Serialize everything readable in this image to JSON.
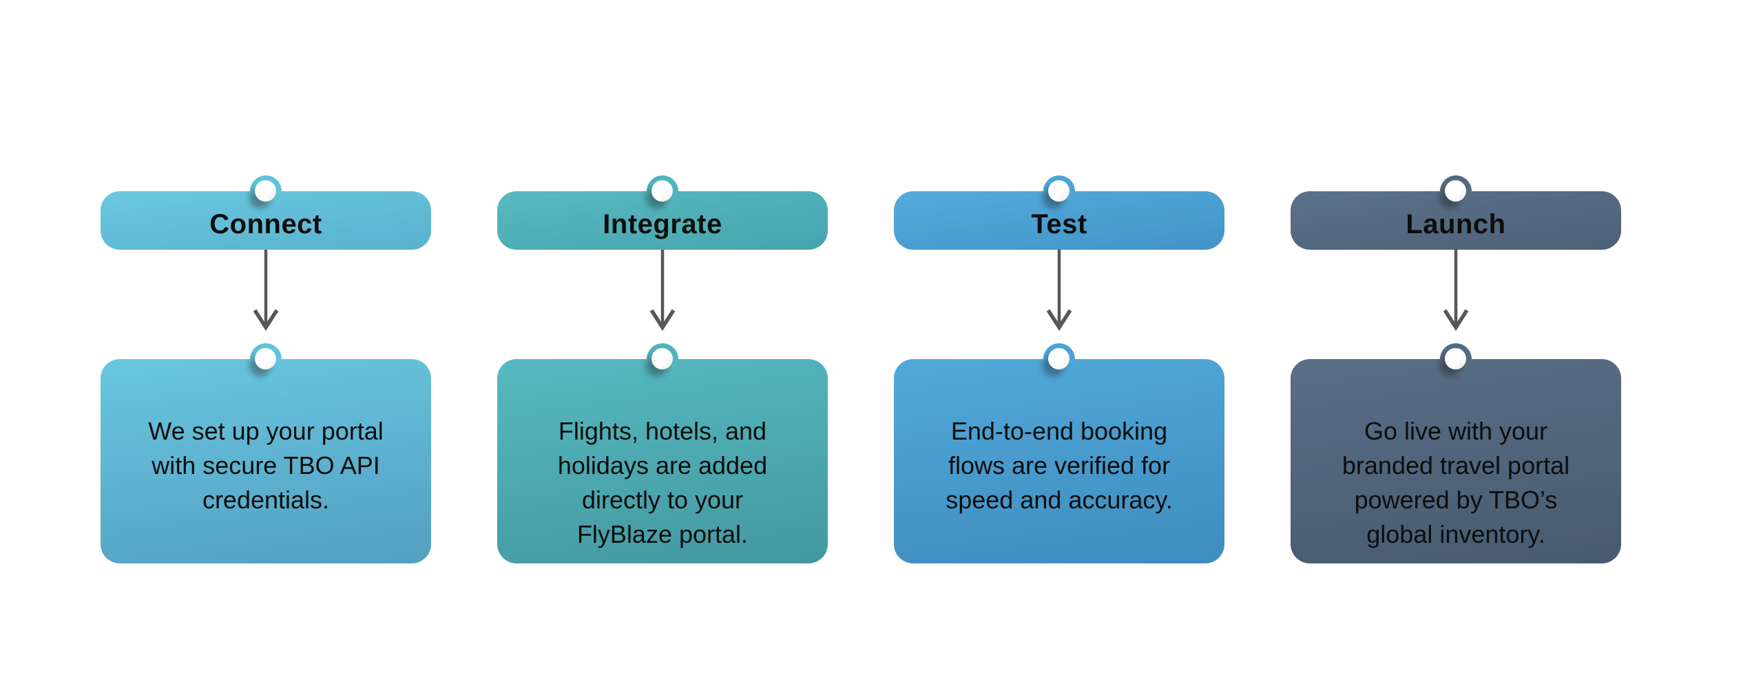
{
  "canvas": {
    "background": "#ffffff",
    "arrow_color": "#575757",
    "text_color": "#0d0d0d"
  },
  "steps": [
    {
      "title": "Connect",
      "description": "We set up your portal\nwith secure TBO API\ncredentials.",
      "colors": {
        "ring": "#60c3dc",
        "pill_top": "#6bc8e0",
        "pill_bottom": "#59b2ce",
        "card_top": "#69c7df",
        "card_bottom": "#539fc1"
      }
    },
    {
      "title": "Integrate",
      "description": "Flights, hotels, and\nholidays are added\ndirectly to your\nFlyBlaze portal.",
      "colors": {
        "ring": "#50b4bd",
        "pill_top": "#58bac2",
        "pill_bottom": "#46a4ad",
        "card_top": "#56b9c1",
        "card_bottom": "#44989f"
      }
    },
    {
      "title": "Test",
      "description": "End-to-end booking\nflows are verified for\nspeed and accuracy.",
      "colors": {
        "ring": "#4ba4d7",
        "pill_top": "#53abdc",
        "pill_bottom": "#4294c7",
        "card_top": "#51a9da",
        "card_bottom": "#3f8cbe"
      }
    },
    {
      "title": "Launch",
      "description": "Go live with your\nbranded travel portal\npowered by TBO’s\nglobal inventory.",
      "colors": {
        "ring": "#546a81",
        "pill_top": "#5b7289",
        "pill_bottom": "#4d6078",
        "card_top": "#596f86",
        "card_bottom": "#475a6f"
      }
    }
  ]
}
